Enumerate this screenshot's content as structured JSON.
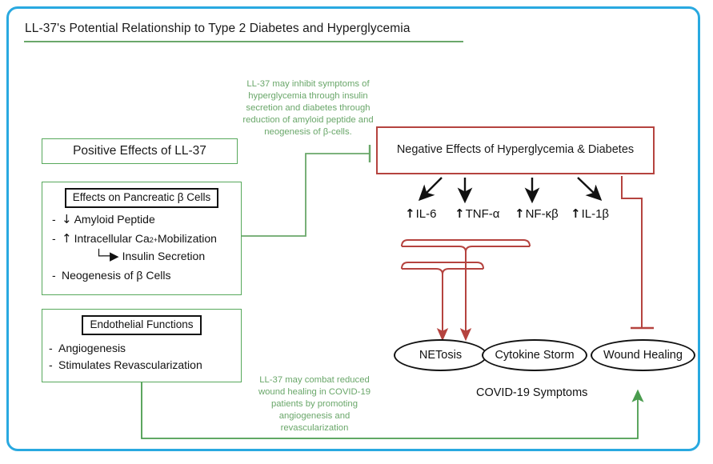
{
  "title": "LL-37's Potential Relationship to Type 2 Diabetes and Hyperglycemia",
  "colors": {
    "frame_blue": "#29a9e0",
    "green": "#57a85b",
    "green_text": "#6aa76a",
    "red": "#b5433f",
    "black": "#111111"
  },
  "positive": {
    "header": "Positive Effects of LL-37",
    "pancreatic": {
      "header": "Effects on Pancreatic β Cells",
      "items": [
        {
          "dash": "-",
          "arrow": "↓",
          "text": "Amyloid Peptide"
        },
        {
          "dash": "-",
          "arrow": "↑",
          "text": "Intracellular Ca",
          "sup": "2+",
          "text_after": " Mobilization"
        },
        {
          "dash": "-",
          "arrow": "",
          "text": "Neogenesis of β Cells"
        }
      ],
      "sub_item": {
        "hook": "└─▶",
        "text": "Insulin Secretion"
      }
    },
    "endothelial": {
      "header": "Endothelial Functions",
      "items": [
        {
          "dash": "-",
          "text": "Angiogenesis"
        },
        {
          "dash": "-",
          "text": "Stimulates Revascularization"
        }
      ]
    }
  },
  "negative": {
    "header": "Negative Effects of Hyperglycemia & Diabetes",
    "cytokines": [
      {
        "arrow": "↑",
        "label": "IL-6"
      },
      {
        "arrow": "↑",
        "label": "TNF-α"
      },
      {
        "arrow": "↑",
        "label": "NF-κβ"
      },
      {
        "arrow": "↑",
        "label": "IL-1β"
      }
    ]
  },
  "outcomes": [
    {
      "label": "NETosis"
    },
    {
      "label": "Cytokine Storm"
    },
    {
      "label": "Wound Healing"
    }
  ],
  "outcomes_caption": "COVID-19 Symptoms",
  "notes": {
    "top": "LL-37 may inhibit symptoms of  hyperglycemia through insulin secretion and diabetes through reduction of amyloid peptide and neogenesis of β-cells.",
    "bottom": "LL-37 may combat reduced wound healing in COVID-19 patients by promoting angiogenesis and revascularization"
  },
  "chart_data": {
    "type": "diagram",
    "title": "LL-37's Potential Relationship to Type 2 Diabetes and Hyperglycemia",
    "nodes": [
      "Positive Effects of LL-37",
      "Effects on Pancreatic β Cells",
      "Endothelial Functions",
      "Negative Effects of Hyperglycemia & Diabetes",
      "↑ IL-6",
      "↑ TNF-α",
      "↑ NF-κβ",
      "↑ IL-1β",
      "NETosis",
      "Cytokine Storm",
      "Wound Healing"
    ],
    "edges": [
      {
        "from": "Effects on Pancreatic β Cells",
        "to": "Negative Effects of Hyperglycemia & Diabetes",
        "kind": "inhibit",
        "color": "green"
      },
      {
        "from": "Negative Effects of Hyperglycemia & Diabetes",
        "to": "↑ IL-6",
        "kind": "arrow",
        "color": "black"
      },
      {
        "from": "Negative Effects of Hyperglycemia & Diabetes",
        "to": "↑ TNF-α",
        "kind": "arrow",
        "color": "black"
      },
      {
        "from": "Negative Effects of Hyperglycemia & Diabetes",
        "to": "↑ NF-κβ",
        "kind": "arrow",
        "color": "black"
      },
      {
        "from": "Negative Effects of Hyperglycemia & Diabetes",
        "to": "↑ IL-1β",
        "kind": "arrow",
        "color": "black"
      },
      {
        "from": "↑ IL-6 + ↑ TNF-α",
        "to": "NETosis",
        "kind": "arrow",
        "color": "red"
      },
      {
        "from": "↑ IL-6 + ↑ TNF-α + ↑ NF-κβ",
        "to": "Cytokine Storm",
        "kind": "arrow",
        "color": "red"
      },
      {
        "from": "Negative Effects of Hyperglycemia & Diabetes",
        "to": "Wound Healing",
        "kind": "inhibit",
        "color": "red"
      },
      {
        "from": "Endothelial Functions",
        "to": "Wound Healing",
        "kind": "arrow",
        "color": "green"
      }
    ]
  }
}
